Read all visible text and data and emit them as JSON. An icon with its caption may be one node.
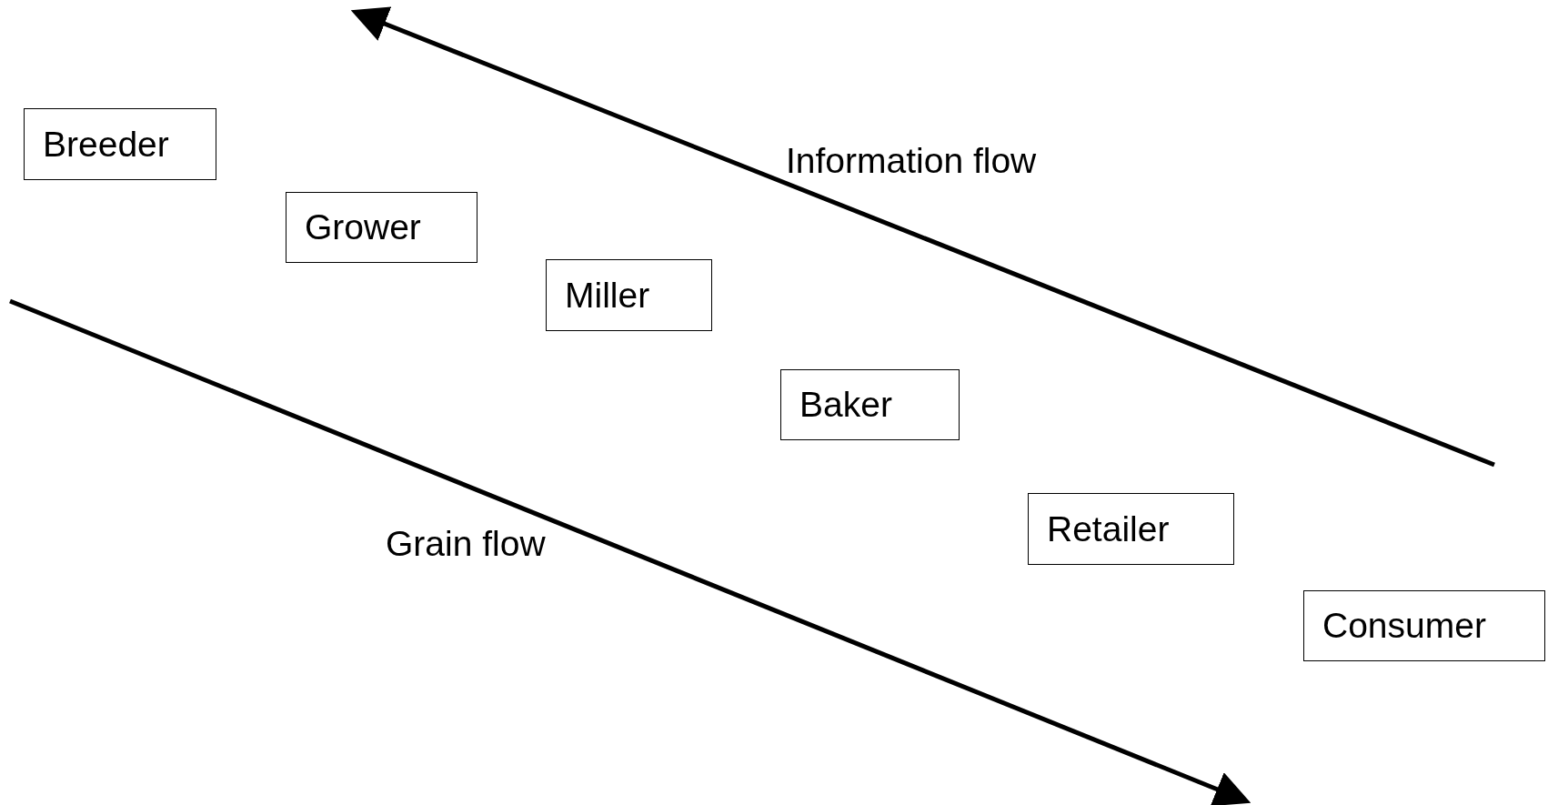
{
  "diagram": {
    "nodes": [
      {
        "text": [
          "Breeder"
        ]
      },
      {
        "text": [
          "Grower"
        ]
      },
      {
        "text": [
          "Miller"
        ]
      },
      {
        "text": [
          "Baker"
        ]
      },
      {
        "text": [
          "Retailer"
        ]
      },
      {
        "text": [
          "Consumer"
        ]
      }
    ],
    "labels": [
      "Information flow",
      "Grain flow"
    ]
  }
}
